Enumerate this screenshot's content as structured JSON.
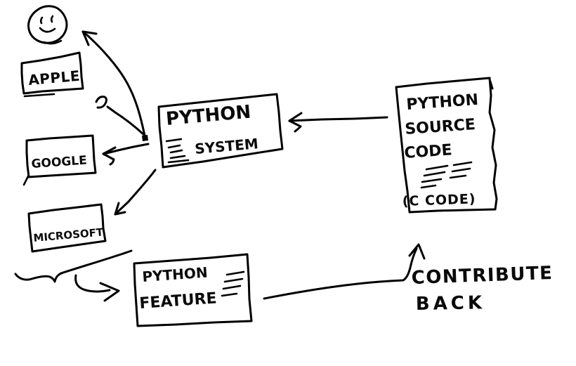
{
  "diagram": {
    "background": "#ffffff",
    "ink": "#000000",
    "person": {
      "icon": "smiley-face"
    },
    "companies": {
      "apple": "APPLE",
      "google": "GOOGLE",
      "microsoft": "MICROSOFT"
    },
    "python_system": {
      "line1": "PYTHON",
      "line2": "SYSTEM"
    },
    "python_source_code": {
      "line1": "PYTHON",
      "line2": "SOURCE",
      "line3": "CODE",
      "line4": "(C CODE)"
    },
    "python_feature": {
      "line1": "PYTHON",
      "line2": "FEATURE"
    },
    "contribute_back": {
      "line1": "CONTRIBUTE",
      "line2": "BACK"
    }
  }
}
